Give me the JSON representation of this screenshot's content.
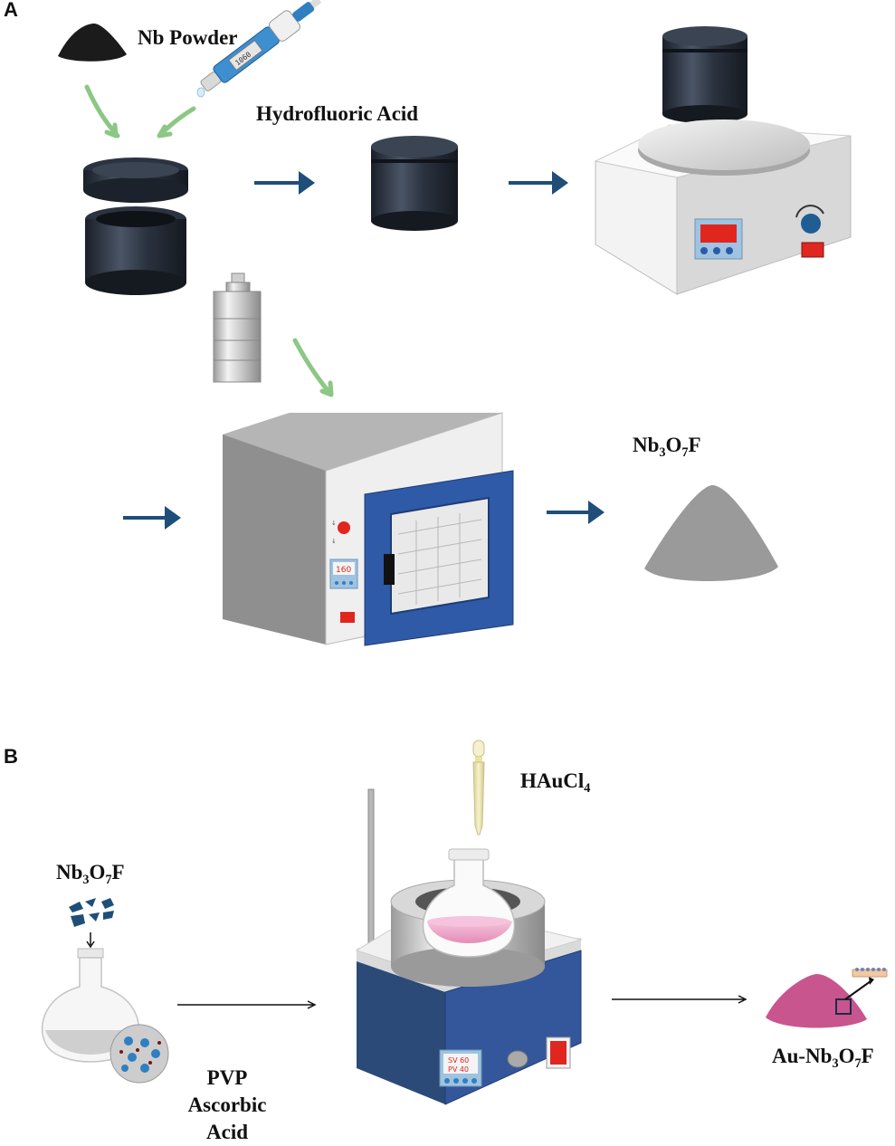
{
  "panels": {
    "a": "A",
    "b": "B"
  },
  "panel_a": {
    "nb_powder": "Nb Powder",
    "hydrofluoric_acid": "Hydrofluoric Acid",
    "oven_display": "160",
    "product": {
      "base": "Nb",
      "sub1": "3",
      "mid": "O",
      "sub2": "7",
      "tail": "F"
    }
  },
  "panel_b": {
    "reactant": {
      "base": "Nb",
      "sub1": "3",
      "mid": "O",
      "sub2": "7",
      "tail": "F"
    },
    "reagent": {
      "base": "HAuCl",
      "sub": "4"
    },
    "additives": [
      "PVP",
      "Ascorbic",
      "Acid"
    ],
    "controller_display": [
      "SV 60",
      "PV 40"
    ],
    "product": {
      "pre": "Au-Nb",
      "sub1": "3",
      "mid": "O",
      "sub2": "7",
      "tail": "F"
    }
  },
  "colors": {
    "arrow_blue": "#1f4e79",
    "green_arrow": "#8cc785",
    "oven_door": "#2e5aa8",
    "display_red": "#e0261f",
    "flask_pink": "#ea9ec4",
    "product_magenta": "#c9558e"
  }
}
